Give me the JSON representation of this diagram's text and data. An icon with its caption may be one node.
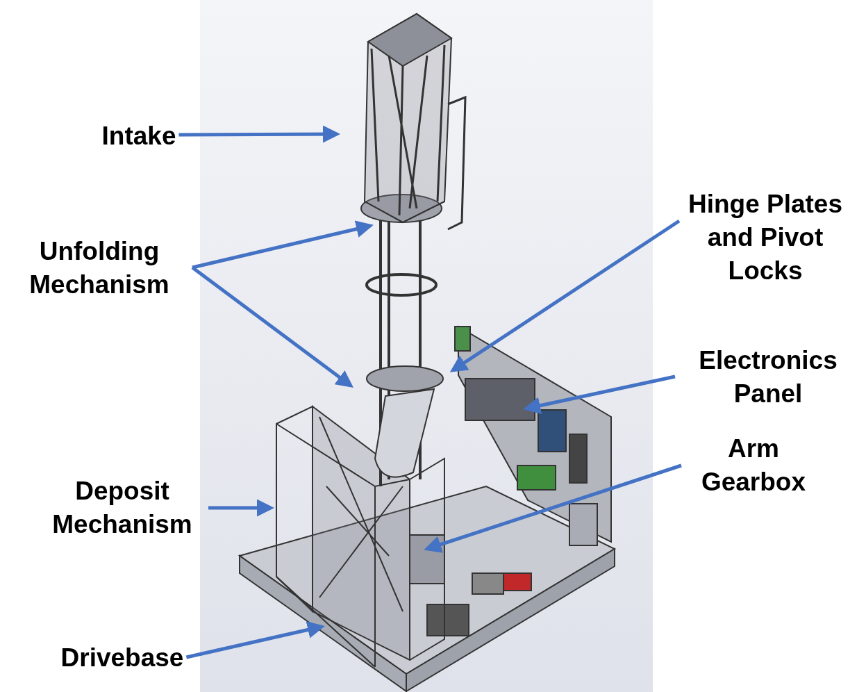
{
  "diagram": {
    "nodes": [
      {
        "text": [
          "Intake"
        ]
      },
      {
        "text": [
          "Unfolding Mechanism"
        ]
      },
      {
        "text": [
          "Hinge Plates and Pivot Locks"
        ]
      },
      {
        "text": [
          "Electronics Panel"
        ]
      },
      {
        "text": [
          "Arm Gearbox"
        ]
      },
      {
        "text": [
          "Deposit Mechanism"
        ]
      },
      {
        "text": [
          "Drivebase"
        ]
      }
    ],
    "edges": [
      {
        "from": 0,
        "to": null,
        "arrow": "to"
      },
      {
        "from": 1,
        "to": null,
        "arrow": "to"
      },
      {
        "from": 1,
        "to": null,
        "arrow": "to"
      },
      {
        "from": 2,
        "to": null,
        "arrow": "to"
      },
      {
        "from": 3,
        "to": null,
        "arrow": "to"
      },
      {
        "from": 4,
        "to": null,
        "arrow": "to"
      },
      {
        "from": 5,
        "to": null,
        "arrow": "to"
      },
      {
        "from": 6,
        "to": null,
        "arrow": "to"
      }
    ]
  }
}
